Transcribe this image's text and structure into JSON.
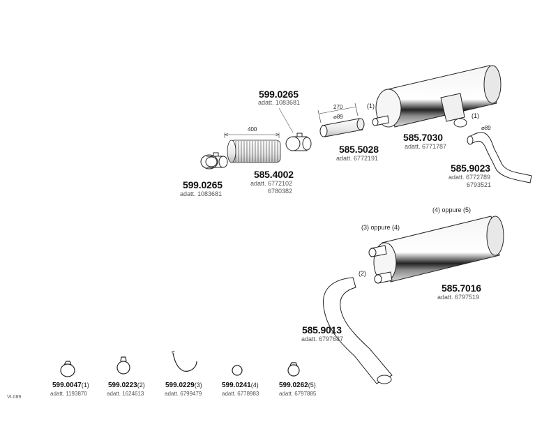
{
  "parts": [
    {
      "code": "599.0265",
      "adatt": "adatt. 1083681"
    },
    {
      "code": "585.4002",
      "adatt": "adatt. 6772102",
      "adatt2": "6780382"
    },
    {
      "code": "599.0265",
      "adatt": "adatt. 1083681"
    },
    {
      "code": "585.5028",
      "adatt": "adatt. 6772191"
    },
    {
      "code": "585.7030",
      "adatt": "adatt. 6771787"
    },
    {
      "code": "585.9023",
      "adatt": "adatt. 6772789",
      "adatt2": "6793521"
    },
    {
      "code": "585.7016",
      "adatt": "adatt. 6797519"
    },
    {
      "code": "585.9013",
      "adatt": "adatt. 6797687"
    }
  ],
  "dimensions": {
    "hose_length": "400",
    "pipe_length": "270",
    "pipe_dia": "⌀89",
    "tail_dia": "⌀89"
  },
  "notes": {
    "n1a": "(1)",
    "n1b": "(1)",
    "n2": "(2)",
    "n34": "(3) oppure (4)",
    "n45": "(4) oppure (5)"
  },
  "small_parts": [
    {
      "code": "599.0047",
      "num": "(1)",
      "adatt": "adatt. 1193870"
    },
    {
      "code": "599.0223",
      "num": "(2)",
      "adatt": "adatt. 1624613"
    },
    {
      "code": "599.0229",
      "num": "(3)",
      "adatt": "adatt. 6799479"
    },
    {
      "code": "599.0241",
      "num": "(4)",
      "adatt": "adatt. 6778983"
    },
    {
      "code": "599.0262",
      "num": "(5)",
      "adatt": "adatt. 6797885"
    }
  ],
  "figure_id": "VL089"
}
